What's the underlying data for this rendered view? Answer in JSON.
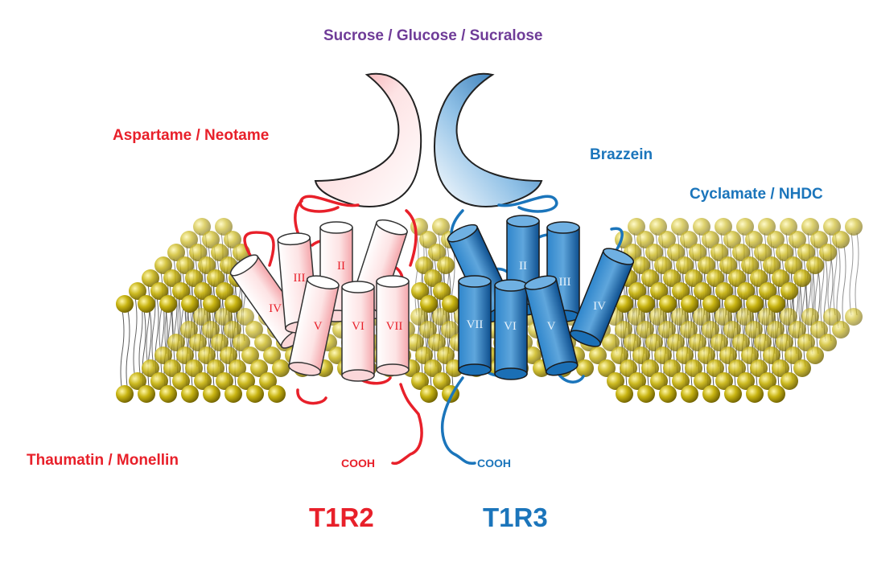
{
  "colors": {
    "t1r2": "#e8202a",
    "t1r3": "#1b75bb",
    "sugar_label": "#6f3c98",
    "lipid_head": "#b8a40c",
    "lipid_tail": "#333333"
  },
  "ligands": {
    "top": "Sucrose / Glucose / Sucralose",
    "t1r2_vft": "Aspartame / Neotame",
    "t1r3_crd": "Brazzein",
    "t1r3_tmd": "Cyclamate / NHDC",
    "t1r2_crd": "Thaumatin / Monellin"
  },
  "termini": {
    "t1r2": "COOH",
    "t1r3": "COOH"
  },
  "receptors": {
    "t1r2": "T1R2",
    "t1r3": "T1R3"
  },
  "helices": {
    "t1r2": [
      "II",
      "III",
      "IV",
      "V",
      "VI",
      "VII"
    ],
    "t1r3": [
      "II",
      "III",
      "IV",
      "V",
      "VI",
      "VII"
    ]
  }
}
